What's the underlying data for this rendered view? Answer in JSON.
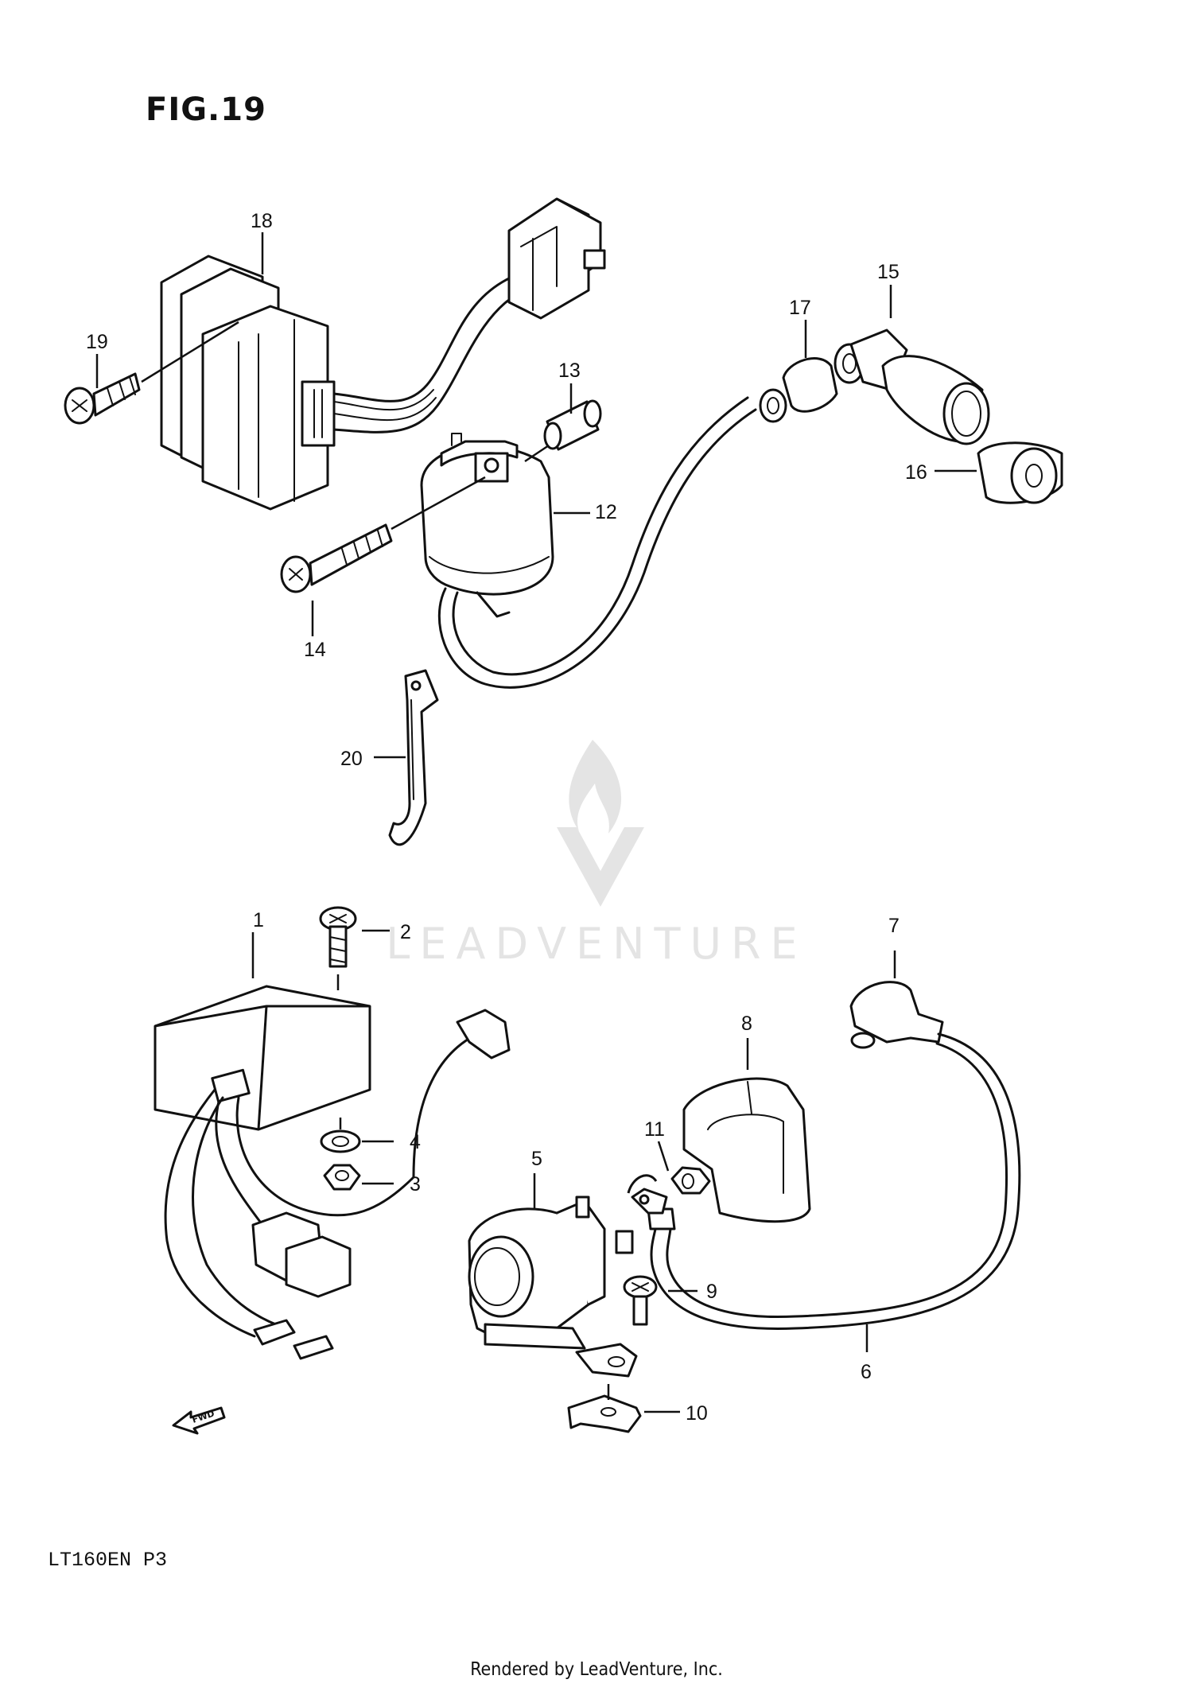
{
  "figure": {
    "title": "FIG.19",
    "model_code": "LT160EN P3",
    "credit": "Rendered by LeadVenture, Inc.",
    "watermark": "LEADVENTURE"
  },
  "callouts": [
    {
      "id": "1",
      "label": "1"
    },
    {
      "id": "2",
      "label": "2"
    },
    {
      "id": "3",
      "label": "3"
    },
    {
      "id": "4",
      "label": "4"
    },
    {
      "id": "5",
      "label": "5"
    },
    {
      "id": "6",
      "label": "6"
    },
    {
      "id": "7",
      "label": "7"
    },
    {
      "id": "8",
      "label": "8"
    },
    {
      "id": "9",
      "label": "9"
    },
    {
      "id": "10",
      "label": "10"
    },
    {
      "id": "11",
      "label": "11"
    },
    {
      "id": "12",
      "label": "12"
    },
    {
      "id": "13",
      "label": "13"
    },
    {
      "id": "14",
      "label": "14"
    },
    {
      "id": "15",
      "label": "15"
    },
    {
      "id": "16",
      "label": "16"
    },
    {
      "id": "17",
      "label": "17"
    },
    {
      "id": "18",
      "label": "18"
    },
    {
      "id": "19",
      "label": "19"
    },
    {
      "id": "20",
      "label": "20"
    }
  ],
  "fwd_arrow": {
    "label": "FWD"
  },
  "colors": {
    "ink": "#111111",
    "watermark": "#e3e3e3",
    "background": "#ffffff"
  }
}
